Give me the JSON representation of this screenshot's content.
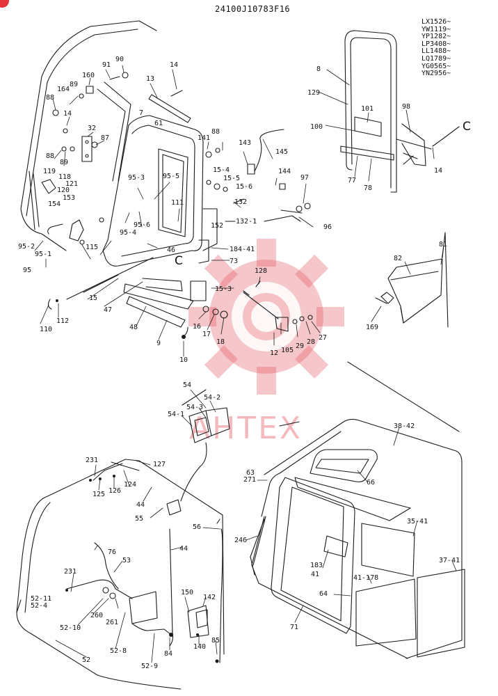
{
  "header": {
    "drawing_number": "24100J10783F16",
    "serial_ranges": [
      "LX1526~",
      "YW1119~",
      "YP1282~",
      "LP3408~",
      "LL1488~",
      "LQ1789~",
      "YG0565~",
      "YN2956~"
    ]
  },
  "view_letters": [
    "C",
    "C"
  ],
  "watermark": {
    "text": "AHTEX",
    "color": "#e2464e"
  },
  "callouts": [
    "91",
    "90",
    "160",
    "14",
    "13",
    "88",
    "164",
    "89",
    "14",
    "32",
    "87",
    "88",
    "89",
    "119",
    "118",
    "121",
    "120",
    "154",
    "153",
    "95-2",
    "95-1",
    "95",
    "115",
    "110",
    "112",
    "7",
    "61",
    "95-3",
    "95-5",
    "111",
    "95-6",
    "95-4",
    "46",
    "15",
    "47",
    "48",
    "9",
    "10",
    "141",
    "88",
    "143",
    "145",
    "15-4",
    "15-5",
    "15-6",
    "144",
    "132",
    "97",
    "152",
    "132-1",
    "96",
    "184-41",
    "73",
    "128",
    "15-3",
    "16",
    "17",
    "18",
    "105",
    "29",
    "28",
    "27",
    "12",
    "8",
    "129",
    "101",
    "98",
    "100",
    "14",
    "77",
    "78",
    "81",
    "82",
    "169",
    "54",
    "54-2",
    "54-3",
    "54-1",
    "231",
    "127",
    "125",
    "126",
    "124",
    "44",
    "55",
    "56",
    "44",
    "76",
    "53",
    "231",
    "52-11",
    "52-4",
    "260",
    "261",
    "52-10",
    "52-8",
    "52",
    "52-9",
    "150",
    "142",
    "140",
    "85",
    "84",
    "38-42",
    "63",
    "271",
    "66",
    "246",
    "35-41",
    "183",
    "41",
    "37-41",
    "41-178",
    "64",
    "71"
  ]
}
